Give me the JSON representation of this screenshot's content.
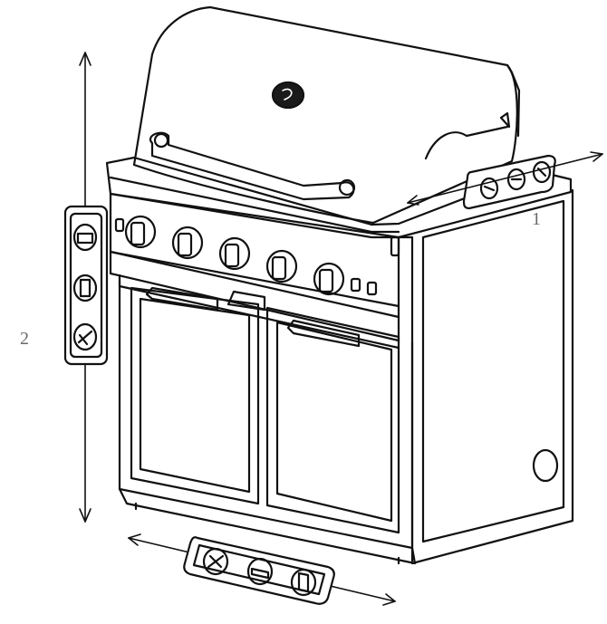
{
  "labels": {
    "one": "1",
    "two": "2"
  },
  "colors": {
    "line": "#111111",
    "dark": "#1a1a1a",
    "label": "#6a6a6a",
    "fill": "#ffffff"
  },
  "icons": {
    "grill": "grill-icon",
    "gauge_horizontal": "level-gauge-icon",
    "gauge_vertical": "level-gauge-icon",
    "gauge_bottom": "level-gauge-icon",
    "arrow_axis": "double-arrow-icon"
  },
  "grill": {
    "knob_count": 5,
    "door_count": 2
  }
}
